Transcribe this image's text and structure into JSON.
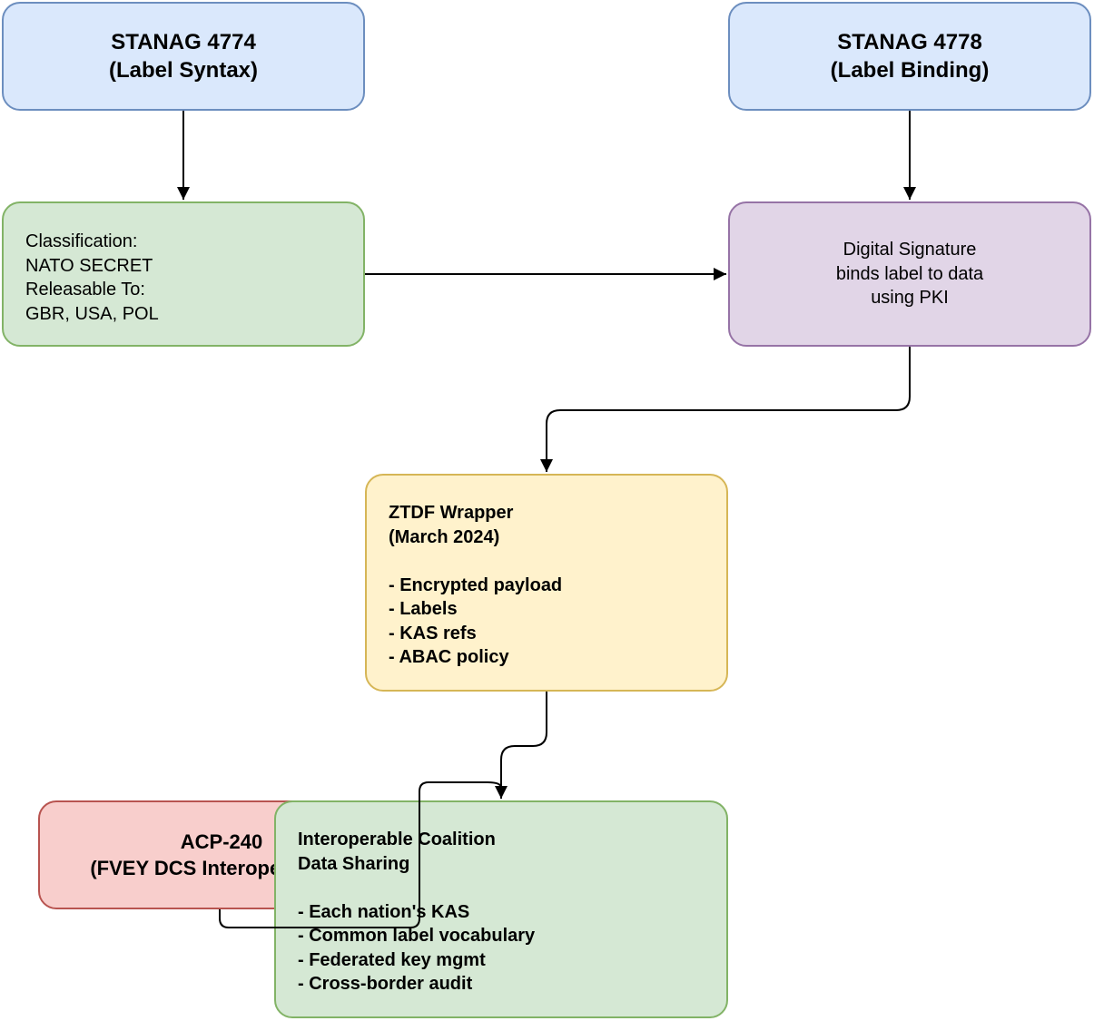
{
  "colors": {
    "blue_fill": "#dae8fc",
    "blue_stroke": "#6c8ebf",
    "green_fill": "#d5e8d4",
    "green_stroke": "#82b366",
    "purple_fill": "#e1d5e7",
    "purple_stroke": "#9673a6",
    "yellow_fill": "#fff2cc",
    "yellow_stroke": "#d6b656",
    "red_fill": "#f8cecc",
    "red_stroke": "#b85450",
    "edge": "#000000"
  },
  "nodes": {
    "stanag4774": {
      "line1": "STANAG 4774",
      "line2": "(Label Syntax)"
    },
    "stanag4778": {
      "line1": "STANAG 4778",
      "line2": "(Label Binding)"
    },
    "label_example": {
      "lines": [
        "Classification:",
        "NATO SECRET",
        "Releasable To:",
        "GBR, USA, POL"
      ]
    },
    "signature": {
      "lines": [
        "Digital Signature",
        "binds label to data",
        "using PKI"
      ]
    },
    "ztdf": {
      "title": [
        "ZTDF Wrapper",
        "(March 2024)"
      ],
      "items": [
        "- Encrypted payload",
        "- Labels",
        "- KAS refs",
        "- ABAC policy"
      ]
    },
    "acp240": {
      "line1": "ACP-240",
      "line2": "(FVEY DCS Interoperability)"
    },
    "coalition": {
      "title": [
        "Interoperable Coalition",
        "Data Sharing"
      ],
      "items": [
        "- Each nation's KAS",
        "- Common label vocabulary",
        "- Federated key mgmt",
        "- Cross-border audit"
      ]
    }
  }
}
